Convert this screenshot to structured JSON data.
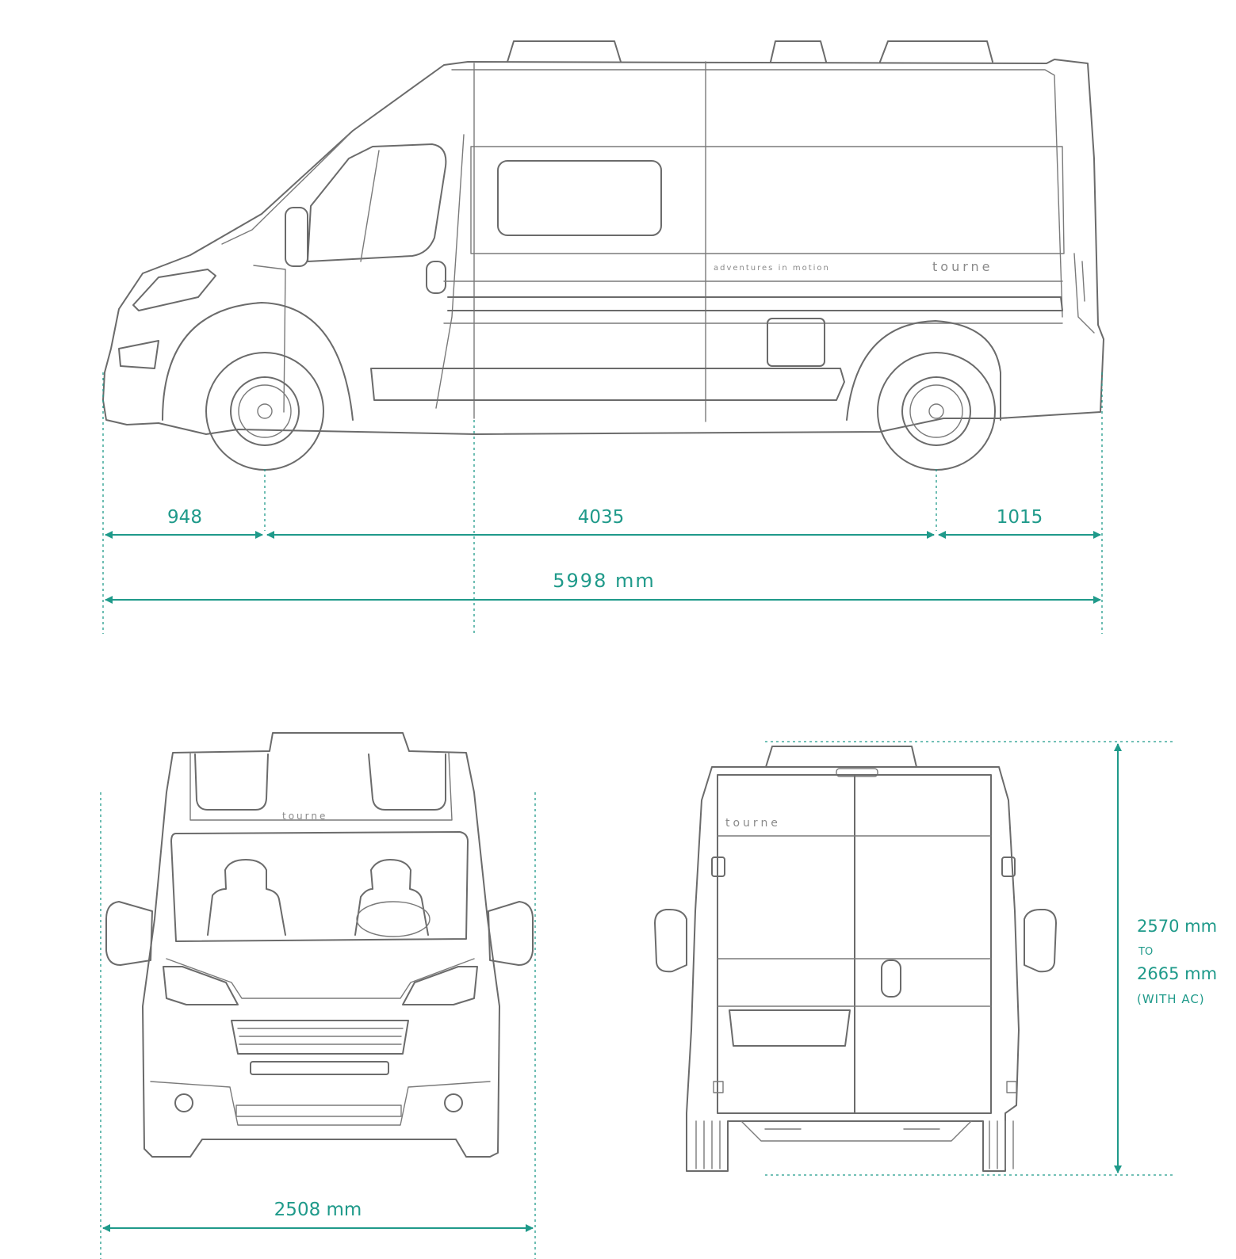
{
  "side_view": {
    "tagline": "adventures in motion",
    "brand": "tourne",
    "dim_front_overhang": "948",
    "dim_wheelbase": "4035",
    "dim_rear_overhang": "1015",
    "dim_total_length": "5998 mm"
  },
  "front_view": {
    "brand": "tourne",
    "dim_width": "2508 mm"
  },
  "rear_view": {
    "brand": "tourne",
    "height_min": "2570 mm",
    "height_to": "TO",
    "height_max": "2665 mm",
    "height_note": "(WITH AC)"
  },
  "colors": {
    "dimension": "#1f9a8a",
    "outline": "#6b6b6b"
  }
}
